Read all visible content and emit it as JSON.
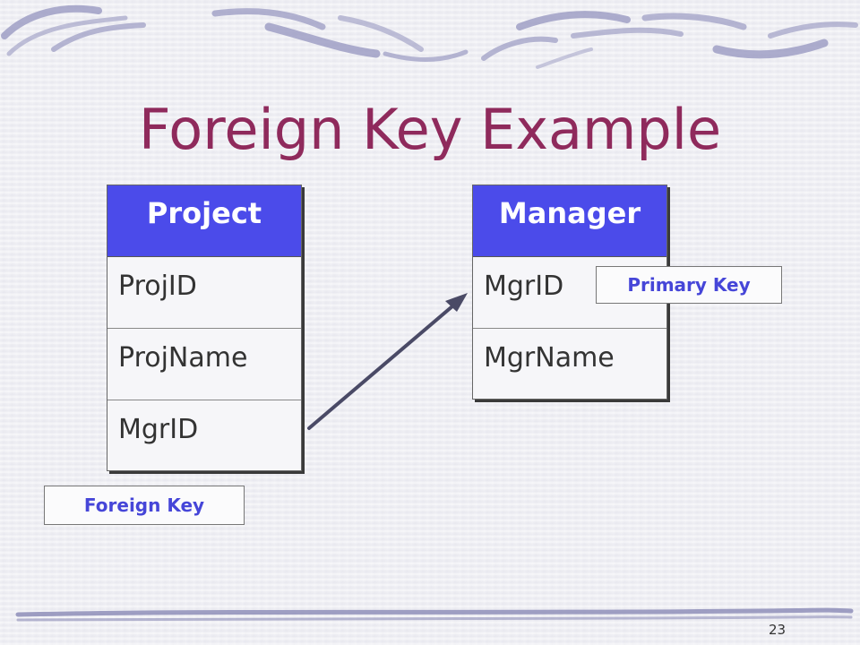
{
  "slide": {
    "title": "Foreign Key Example",
    "page_number": "23"
  },
  "tables": {
    "project": {
      "header": "Project",
      "rows": [
        "ProjID",
        "ProjName",
        "MgrID"
      ]
    },
    "manager": {
      "header": "Manager",
      "rows": [
        "MgrID",
        "MgrName"
      ]
    }
  },
  "labels": {
    "primary_key": "Primary Key",
    "foreign_key": "Foreign Key"
  },
  "arrow": {
    "from": "Project.MgrID",
    "to": "Manager.MgrID"
  },
  "colors": {
    "title": "#8f2a5c",
    "header_fill": "#4b4bea",
    "label_text": "#4646d8",
    "arrow": "#4a4a66"
  }
}
